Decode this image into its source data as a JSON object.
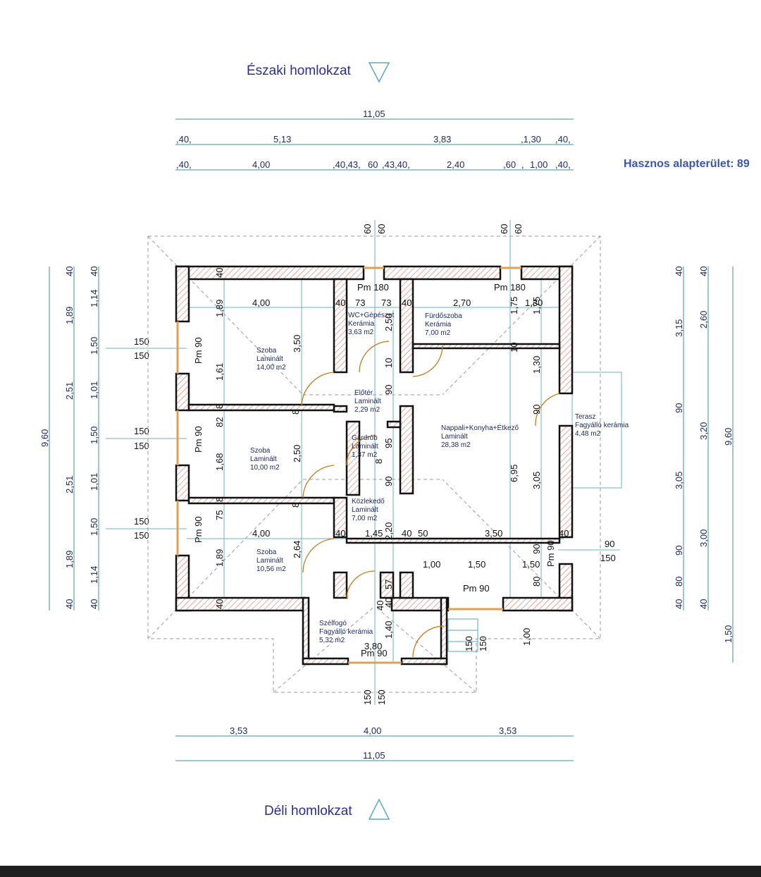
{
  "titles": {
    "north": "Északi homlokzat",
    "south": "Déli homlokzat",
    "area": "Hasznos alapterület: 89"
  },
  "top_dims": {
    "total": "11,05",
    "row2": [
      ",40,",
      "5,13",
      "3,83",
      ",1,30",
      ",40,"
    ],
    "row3": [
      ",40,",
      "4,00",
      ",40,43,",
      "60",
      ",43,40,",
      "2,40",
      ",60",
      ",",
      "1,00",
      ",40,"
    ]
  },
  "bottom_dims": {
    "row1": [
      "3,53",
      "4,00",
      "3,53"
    ],
    "total": "11,05"
  },
  "left_dims": {
    "total": "9,60",
    "col2": [
      "40",
      "1,89",
      "2,51",
      "2,51",
      "1,89",
      "40"
    ],
    "col3": [
      "40",
      "1,14",
      "1,50",
      "1,01",
      "1,50",
      "1,01",
      "1,50",
      "1,14",
      "40"
    ],
    "windows": [
      "150",
      "150",
      "150",
      "150",
      "150",
      "150"
    ]
  },
  "right_dims": {
    "col1": [
      "40",
      "3,15",
      "90",
      "3,05",
      "90",
      "80",
      "40"
    ],
    "col2": [
      "40",
      "2,60",
      "3,20",
      "3,00",
      "40",
      "1,50"
    ],
    "total": "9,60",
    "door": [
      "90",
      "150"
    ]
  },
  "top_openings": [
    "60",
    "60",
    "60",
    "60"
  ],
  "bottom_openings": [
    "150",
    "150"
  ],
  "rooms": [
    {
      "name": "Szoba",
      "floor": "Laminált",
      "area": "14,00 m2"
    },
    {
      "name": "Szoba",
      "floor": "Laminált",
      "area": "10,00 m2"
    },
    {
      "name": "Szoba",
      "floor": "Laminált",
      "area": "10,56 m2"
    },
    {
      "name": "WC+Gépészet",
      "floor": "Kerámia",
      "area": "3,63 m2"
    },
    {
      "name": "Fürdőszoba",
      "floor": "Kerámia",
      "area": "7,00 m2"
    },
    {
      "name": "Előtér",
      "floor": "Laminált",
      "area": "2,29 m2"
    },
    {
      "name": "Gardrób",
      "floor": "Laminált",
      "area": "1,37 m2"
    },
    {
      "name": "Közlekedő",
      "floor": "Laminált",
      "area": "7,00 m2"
    },
    {
      "name": "Nappali+Konyha+Étkező",
      "floor": "Laminált",
      "area": "28,38 m2"
    },
    {
      "name": "Terasz",
      "floor": "Fagyálló kerámia",
      "area": "4,48 m2"
    },
    {
      "name": "Szélfogó",
      "floor": "Fagyálló kerámia",
      "area": "5,32 m2"
    }
  ],
  "pm_labels": [
    "Pm 180",
    "Pm 180",
    "Pm 90",
    "Pm 90",
    "Pm 90",
    "Pm 90",
    "Pm 90",
    "Pm 90"
  ],
  "inner_dims": {
    "top_row": [
      "4,00",
      "40",
      "73",
      "73",
      "40",
      "2,70",
      "1,30"
    ],
    "mid_row": [
      "4,00",
      "40",
      "1,45",
      "40",
      "50",
      "3,50"
    ],
    "low_row": [
      "1,00",
      "1,50",
      "1,50"
    ],
    "vertical": [
      "1,89",
      "1,61",
      "3,50",
      "82",
      "1,68",
      "2,50",
      "75",
      "1,89",
      "2,64",
      "1,75",
      "1,75",
      "10",
      "1,30",
      "90",
      "6,95",
      "3,05",
      "1,40",
      "3,80",
      "1,00",
      "2,50",
      "10",
      "90",
      "95",
      "8",
      "2,20",
      "57",
      "40",
      "90",
      "90",
      "80",
      "150",
      "150"
    ],
    "wall_marks": [
      "40",
      "40",
      "40",
      "8",
      "8",
      "8",
      "8",
      "40"
    ]
  },
  "colors": {
    "title": "#2a2f8a",
    "dimension": "#3f8f9a",
    "door": "#c47a1a",
    "window": "#e0a050",
    "wall": "#111111"
  }
}
